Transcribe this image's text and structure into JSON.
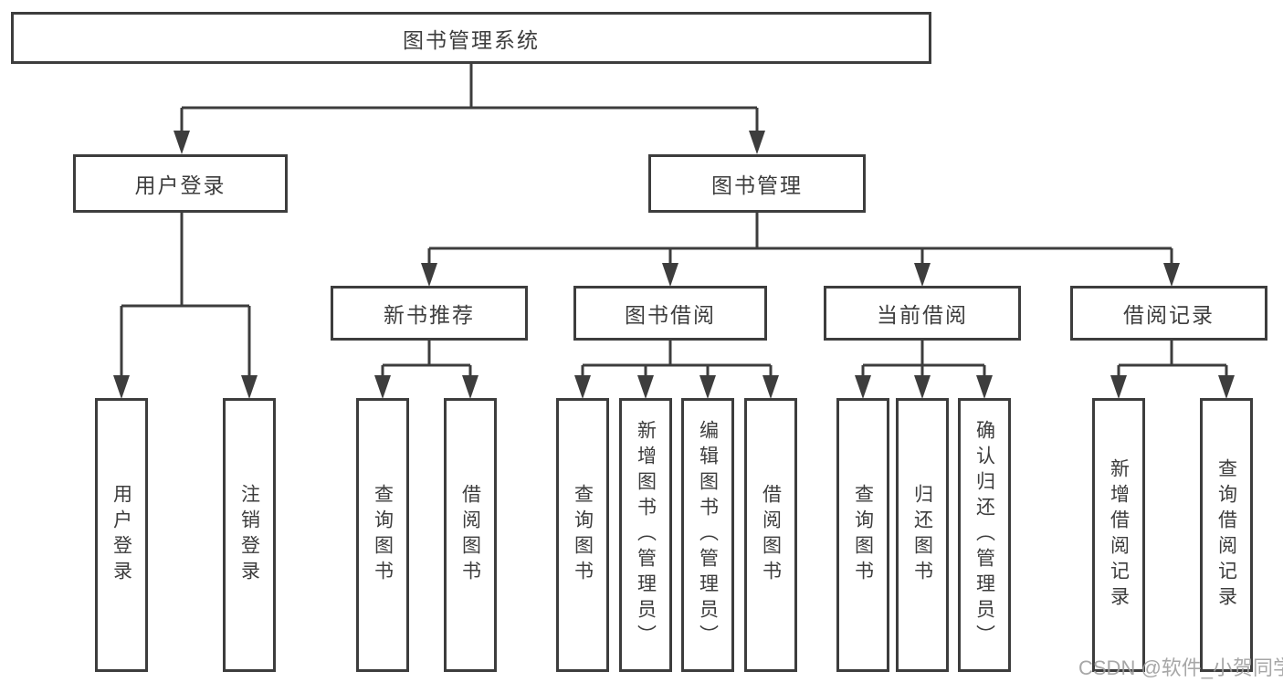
{
  "colors": {
    "line": "#3d3d3d",
    "text": "#3d3d3d",
    "box_background": "#ffffff",
    "watermark": "#9e9e9e"
  },
  "tree": {
    "root": {
      "label": "图书管理系统"
    },
    "user_login": {
      "label": "用户登录",
      "children": [
        {
          "label": "用户登录"
        },
        {
          "label": "注销登录"
        }
      ]
    },
    "book_mgmt": {
      "label": "图书管理",
      "sections": [
        {
          "label": "新书推荐",
          "children": [
            {
              "label": "查询图书"
            },
            {
              "label": "借阅图书"
            }
          ]
        },
        {
          "label": "图书借阅",
          "children": [
            {
              "label": "查询图书"
            },
            {
              "label": "新增图书（管理员）"
            },
            {
              "label": "编辑图书（管理员）"
            },
            {
              "label": "借阅图书"
            }
          ]
        },
        {
          "label": "当前借阅",
          "children": [
            {
              "label": "查询图书"
            },
            {
              "label": "归还图书"
            },
            {
              "label": "确认归还（管理员）"
            }
          ]
        },
        {
          "label": "借阅记录",
          "children": [
            {
              "label": "新增借阅记录"
            },
            {
              "label": "查询借阅记录"
            }
          ]
        }
      ]
    }
  },
  "watermark": {
    "text": "CSDN @软件_小贺同学"
  }
}
